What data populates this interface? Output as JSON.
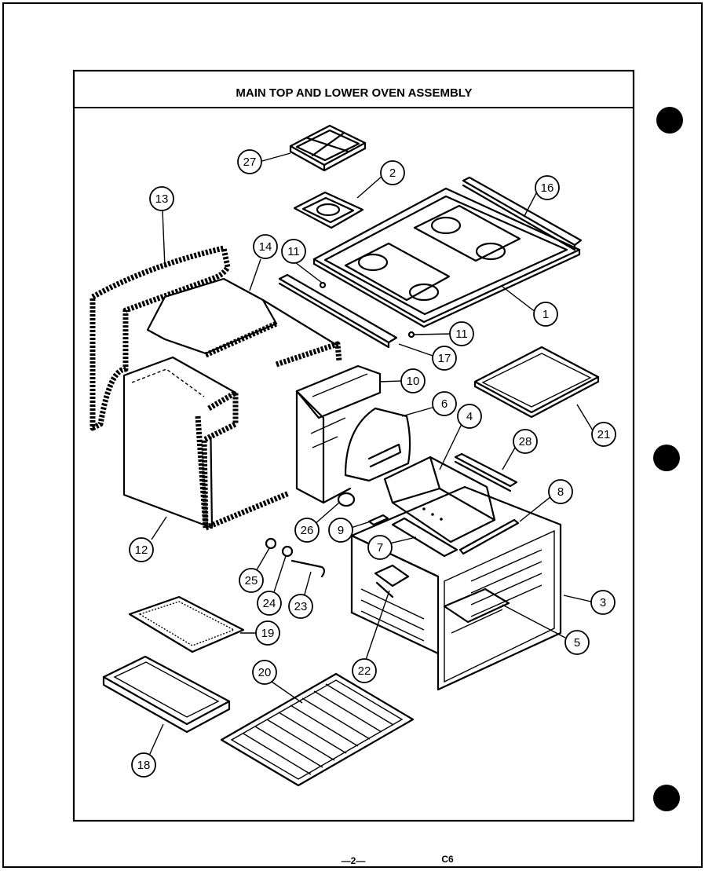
{
  "diagram": {
    "title": "MAIN TOP AND LOWER OVEN ASSEMBLY",
    "page_number": "—2—",
    "margin_mark": "C6",
    "callouts": [
      "27",
      "2",
      "16",
      "13",
      "14",
      "11",
      "1",
      "11",
      "17",
      "10",
      "21",
      "6",
      "4",
      "28",
      "8",
      "12",
      "26",
      "9",
      "7",
      "3",
      "25",
      "24",
      "23",
      "19",
      "22",
      "5",
      "20",
      "18"
    ]
  }
}
